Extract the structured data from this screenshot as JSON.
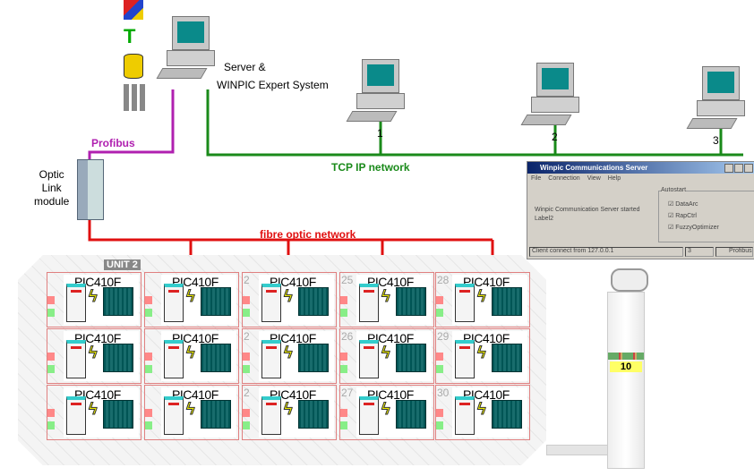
{
  "server": {
    "label_line1": "Server &",
    "label_line2": "WINPIC Expert System"
  },
  "clients": [
    {
      "label": "1"
    },
    {
      "label": "2"
    },
    {
      "label": "3"
    }
  ],
  "networks": {
    "tcp": "TCP IP network",
    "profibus": "Profibus",
    "fibre": "fibre optic  network"
  },
  "optic_module": {
    "line1": "Optic",
    "line2": "Link",
    "line3": "module"
  },
  "colors": {
    "tcp": "#1a8a1a",
    "profibus": "#b020b0",
    "fibre": "#e01010"
  },
  "unit": {
    "label": "UNIT 2",
    "cell_title": "PIC410F",
    "cells": [
      {
        "num": ""
      },
      {
        "num": ""
      },
      {
        "num": "2"
      },
      {
        "num": "25"
      },
      {
        "num": "28"
      },
      {
        "num": ""
      },
      {
        "num": ""
      },
      {
        "num": "2"
      },
      {
        "num": "26"
      },
      {
        "num": "29"
      },
      {
        "num": ""
      },
      {
        "num": ""
      },
      {
        "num": "2"
      },
      {
        "num": "27"
      },
      {
        "num": "30"
      }
    ]
  },
  "chimney": {
    "value": "10"
  },
  "window": {
    "title": "Winpic Communications Server",
    "menu": [
      "File",
      "Connection",
      "View",
      "Help"
    ],
    "status_text": "Winpic Communication Server started",
    "label2": "Label2",
    "autostart_label": "Autostart",
    "checks": [
      "DataArc",
      "RapCtrl",
      "FuzzyOptimizer"
    ],
    "statusbar": [
      "Client connect from 127.0.0.1",
      "3",
      "Profibus"
    ]
  }
}
